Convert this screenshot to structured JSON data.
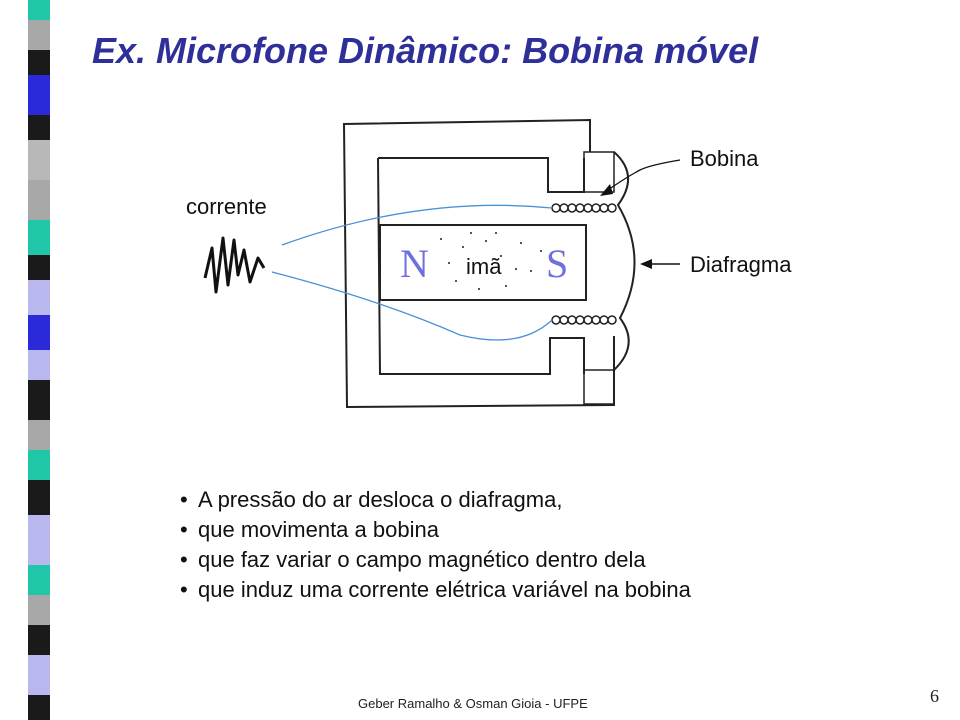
{
  "title": "Ex. Microfone Dinâmico: Bobina móvel",
  "labels": {
    "current": "corrente",
    "coil": "Bobina",
    "diaphragm": "Diafragma",
    "magnet": "imã",
    "north": "N",
    "south": "S"
  },
  "bullets": [
    "A pressão do ar desloca o diafragma,",
    "que movimenta a bobina",
    "que faz variar o campo magnético dentro dela",
    "que induz uma corrente elétrica variável na bobina"
  ],
  "bullet_symbol": "•",
  "footer": "Geber Ramalho & Osman Gioia - UFPE",
  "page_number": "6",
  "colors": {
    "title": "#2f2f9a",
    "strip": [
      "#444444",
      "#1a1a1a",
      "#1fc6a8",
      "#2a2adb",
      "#a8a8a8",
      "#b8b8ee",
      "#e6e6e6"
    ],
    "pole_letters": "#6f6fe0",
    "wire": "#4a90d8"
  }
}
